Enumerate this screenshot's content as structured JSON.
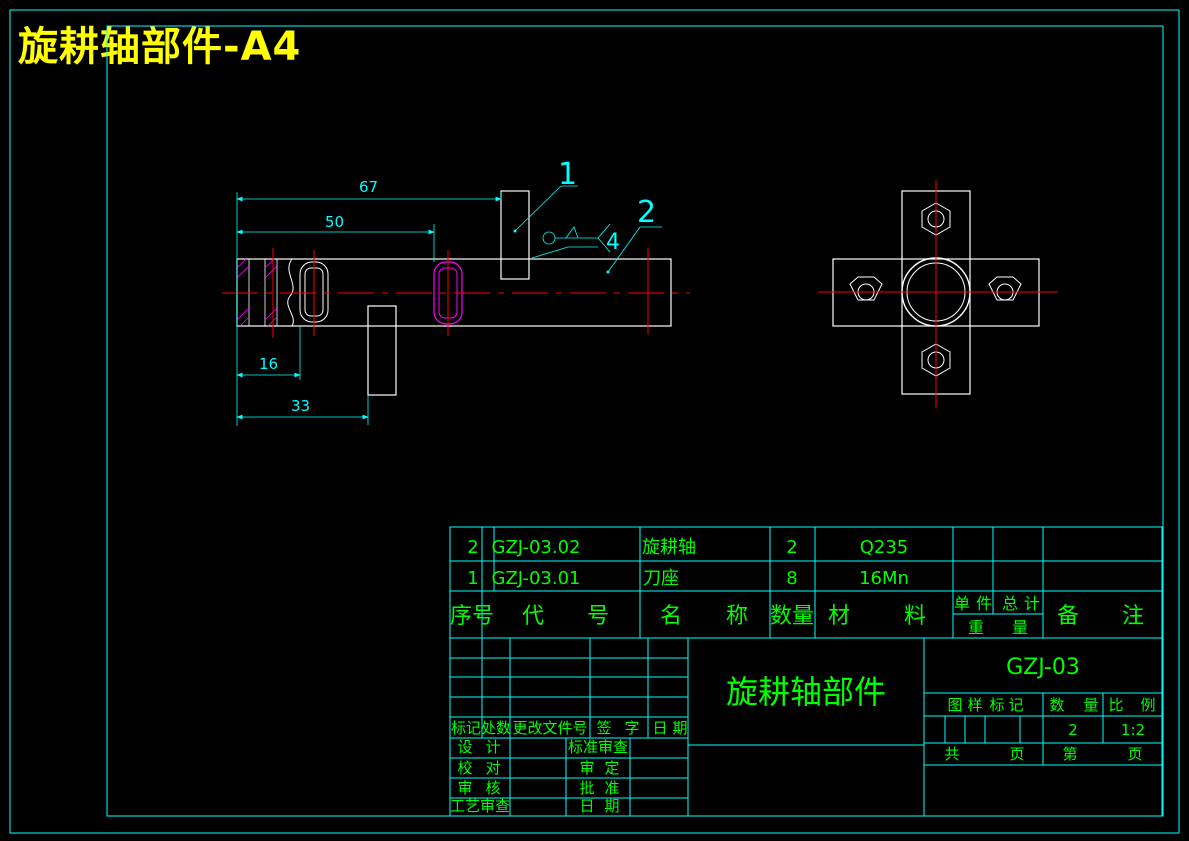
{
  "header": {
    "title": "旋耕轴部件-A4"
  },
  "colors": {
    "frame": "#00ffff",
    "text": "#00ff00",
    "title": "#ffff00",
    "centerline": "#ff0000",
    "part": "#ffffff",
    "highlight": "#ff00ff"
  },
  "drawing": {
    "dims": {
      "d67": "67",
      "d50": "50",
      "d16": "16",
      "d33": "33"
    },
    "balloons": {
      "b1": "1",
      "b2": "2",
      "b4": "4"
    }
  },
  "bom": {
    "rows": [
      {
        "seq": "2",
        "code": "GZJ-03.02",
        "name": "旋耕轴",
        "qty": "2",
        "material": "Q235"
      },
      {
        "seq": "1",
        "code": "GZJ-03.01",
        "name": "刀座",
        "qty": "8",
        "material": "16Mn"
      }
    ],
    "header": {
      "seq": "序号",
      "code_a": "代",
      "code_b": "号",
      "name_a": "名",
      "name_b": "称",
      "qty": "数量",
      "mat_a": "材",
      "mat_b": "料",
      "single_a": "单",
      "single_b": "件",
      "total_a": "总",
      "total_b": "计",
      "weight_a": "重",
      "weight_b": "量",
      "note_a": "备",
      "note_b": "注"
    }
  },
  "titleblock": {
    "change_labels": [
      "标记",
      "处数",
      "更改文件号",
      "签",
      "字",
      "日",
      "期"
    ],
    "design": [
      "设",
      "计"
    ],
    "proof": [
      "校",
      "对"
    ],
    "review": [
      "审",
      "核"
    ],
    "process": "工艺审查",
    "std": "标准审查",
    "approve_def": [
      "审",
      "定"
    ],
    "approve": [
      "批",
      "准"
    ],
    "date": [
      "日",
      "期"
    ],
    "part_name": "旋耕轴部件",
    "drawing_no": "GZJ-03",
    "stage_label": [
      "图",
      "样",
      "标",
      "记"
    ],
    "qty_label": [
      "数",
      "量"
    ],
    "scale_label": [
      "比",
      "例"
    ],
    "qty": "2",
    "scale": "1:2",
    "sheet": [
      "共",
      "页",
      "第",
      "页"
    ]
  }
}
